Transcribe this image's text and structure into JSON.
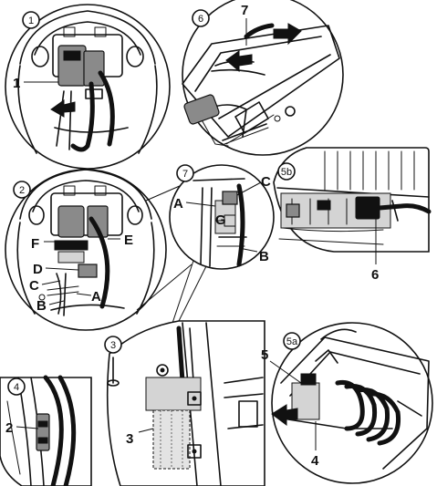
{
  "panels": [
    {
      "id": "p1",
      "step": "1",
      "callouts": [
        "1"
      ]
    },
    {
      "id": "p6",
      "step": "6",
      "callouts": [
        "7"
      ]
    },
    {
      "id": "p2",
      "step": "2",
      "callouts": [
        "F",
        "E",
        "D",
        "C",
        "B",
        "A"
      ]
    },
    {
      "id": "p7",
      "step": "7",
      "callouts": [
        "A",
        "C",
        "G",
        "B"
      ]
    },
    {
      "id": "p5b",
      "step": "5b",
      "callouts": [
        "6"
      ]
    },
    {
      "id": "p3",
      "step": "3",
      "callouts": [
        "3"
      ]
    },
    {
      "id": "p4",
      "step": "4",
      "callouts": [
        "2"
      ]
    },
    {
      "id": "p5a",
      "step": "5a",
      "callouts": [
        "5",
        "4"
      ]
    }
  ]
}
